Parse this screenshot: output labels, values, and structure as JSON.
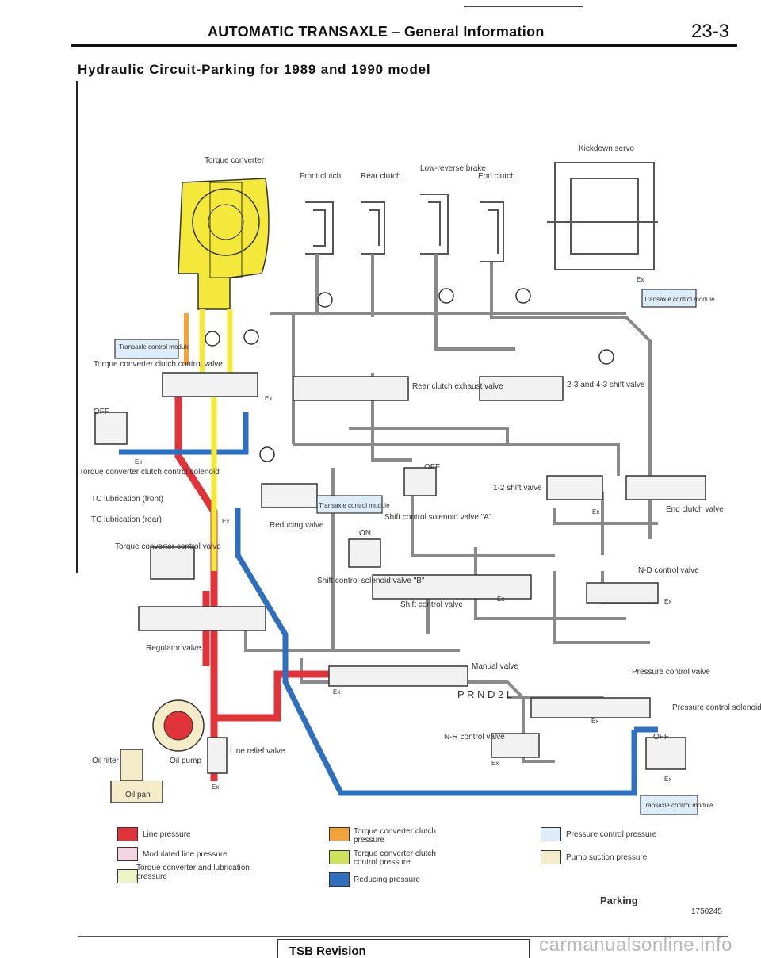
{
  "header": {
    "title": "AUTOMATIC TRANSAXLE – General Information",
    "page_number": "23-3",
    "section_title": "Hydraulic Circuit-Parking for 1989 and 1990 model"
  },
  "colors": {
    "line_pressure": "#e0343a",
    "modulated_line_pressure": "#f4d6e2",
    "tc_lubrication_pressure": "#ecf3c4",
    "tc_clutch_pressure": "#f2a33a",
    "tc_clutch_control_pressure": "#cfe35a",
    "reducing_pressure": "#2f6fc0",
    "pressure_control_pressure": "#dcecf8",
    "pump_suction_pressure": "#f4ecc9",
    "converter_yellow": "#f4e93a"
  },
  "diagram": {
    "labels": {
      "torque_converter": "Torque converter",
      "kickdown_servo": "Kickdown servo",
      "front_clutch": "Front clutch",
      "rear_clutch": "Rear clutch",
      "low_reverse_brake": "Low-reverse brake",
      "end_clutch": "End clutch",
      "transaxle_control_module": "Transaxle control module",
      "tc_clutch_control_valve": "Torque converter clutch control valve",
      "off": "OFF",
      "on": "ON",
      "tc_clutch_control_solenoid": "Torque converter clutch control solenoid",
      "tc_lubrication_front": "TC lubrication (front)",
      "tc_lubrication_rear": "TC lubrication (rear)",
      "rear_clutch_exhaust_valve": "Rear clutch exhaust valve",
      "shift_valve_23_43": "2-3 and 4-3 shift valve",
      "shift_valve_12": "1-2 shift valve",
      "end_clutch_valve": "End clutch valve",
      "reducing_valve": "Reducing valve",
      "shift_control_solenoid_a": "Shift control solenoid valve \"A\"",
      "shift_control_solenoid_b": "Shift control solenoid valve \"B\"",
      "shift_control_valve": "Shift control valve",
      "nd_control_valve": "N-D control valve",
      "tc_control_valve": "Torque converter control valve",
      "regulator_valve": "Regulator valve",
      "manual_valve": "Manual valve",
      "prnd2l": "P R N D 2 L",
      "pressure_control_valve": "Pressure control valve",
      "pressure_control_solenoid": "Pressure control solenoid valve",
      "nr_control_valve": "N-R control valve",
      "oil_filter": "Oil filter",
      "oil_pump": "Oil pump",
      "oil_pan": "Oil pan",
      "line_relief_valve": "Line relief valve",
      "ex": "Ex"
    }
  },
  "legend": [
    {
      "key": "line_pressure",
      "label": "Line pressure"
    },
    {
      "key": "modulated_line_pressure",
      "label": "Modulated line pressure"
    },
    {
      "key": "tc_lubrication_pressure",
      "label": "Torque converter and lubrication pressure"
    },
    {
      "key": "tc_clutch_pressure",
      "label": "Torque converter clutch pressure"
    },
    {
      "key": "tc_clutch_control_pressure",
      "label": "Torque converter clutch control pressure"
    },
    {
      "key": "reducing_pressure",
      "label": "Reducing pressure"
    },
    {
      "key": "pressure_control_pressure",
      "label": "Pressure control pressure"
    },
    {
      "key": "pump_suction_pressure",
      "label": "Pump suction pressure"
    }
  ],
  "footer": {
    "mode_label": "Parking",
    "figure_number": "1750245",
    "tsb_revision": "TSB Revision",
    "watermark": "carmanualsonline.info"
  }
}
